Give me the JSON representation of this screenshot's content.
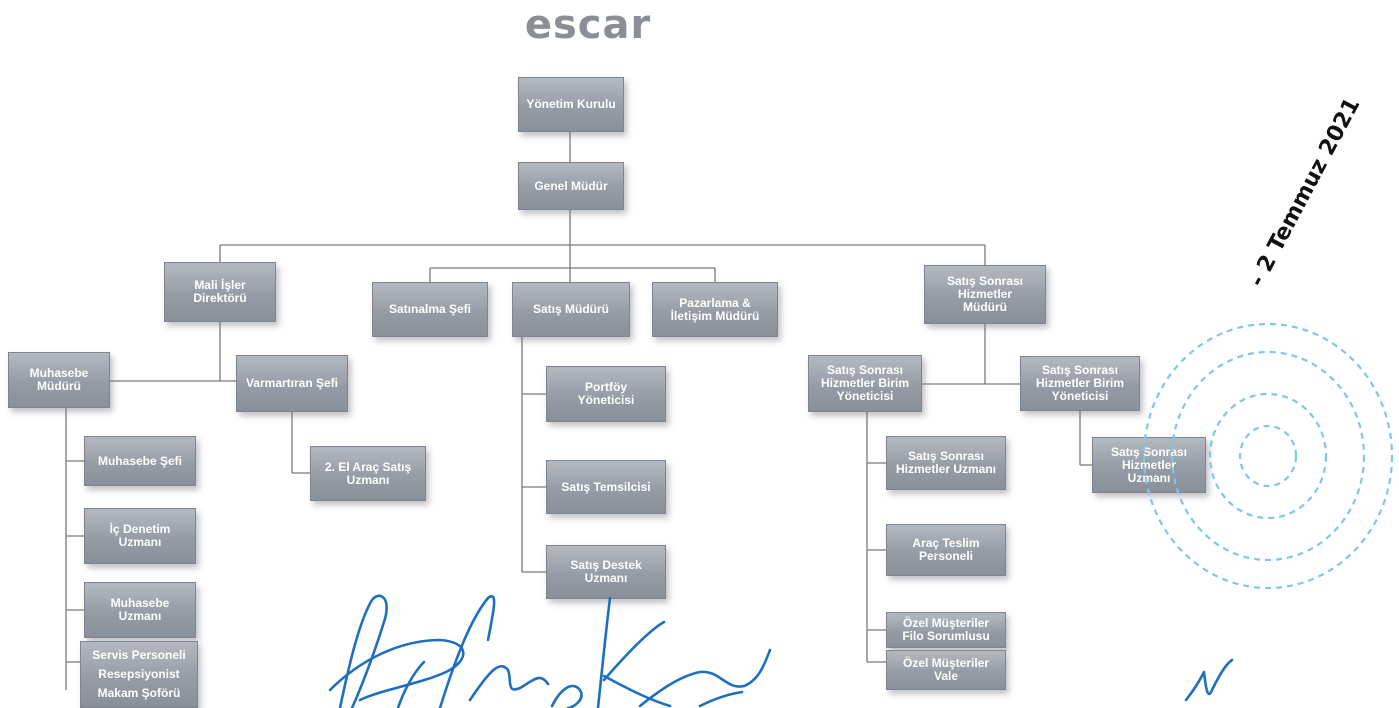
{
  "logo": "escar",
  "stamp_date": "- 2 Temmuz 2021",
  "colors": {
    "box": "#969ca6",
    "line": "#7a7a7a",
    "signature": "#1f6fc0",
    "stamp": "#7fc7e8"
  },
  "nodes": {
    "yonetim_kurulu": "Yönetim Kurulu",
    "genel_mudur": "Genel Müdür",
    "mali_isler": "Mali İşler\nDirektörü",
    "satinalma": "Satınalma Şefi",
    "satis_muduru": "Satış Müdürü",
    "pazarlama": "Pazarlama &\nİletişim Müdürü",
    "satis_sonrasi_mudur": "Satış Sonrası\nHizmetler\nMüdürü",
    "muhasebe_muduru": "Muhasebe\nMüdürü",
    "varmartiran": "Varmartıran Şefi",
    "portfoy": "Portföy\nYöneticisi",
    "ssh_birim_1": "Satış Sonrası\nHizmetler Birim\nYöneticisi",
    "ssh_birim_2": "Satış Sonrası\nHizmetler Birim\nYöneticisi",
    "muhasebe_sefi": "Muhasebe Şefi",
    "ikinci_el": "2. El Araç Satış\nUzmanı",
    "satis_temsilcisi": "Satış Temsilcisi",
    "ssh_uzmani_1": "Satış Sonrası\nHizmetler Uzmanı",
    "ssh_uzmani_2": "Satış Sonrası\nHizmetler\nUzmanı",
    "ic_denetim": "İç Denetim\nUzmanı",
    "arac_teslim": "Araç Teslim\nPersoneli",
    "muhasebe_uzmani": "Muhasebe\nUzmanı",
    "satis_destek": "Satış Destek\nUzmanı",
    "servis_personeli": "Servis Personeli\nResepsiyonist\nMakam Şoförü",
    "ozel_filo": "Özel Müşteriler\nFilo Sorumlusu",
    "ozel_vale": "Özel Müşteriler\nVale"
  }
}
